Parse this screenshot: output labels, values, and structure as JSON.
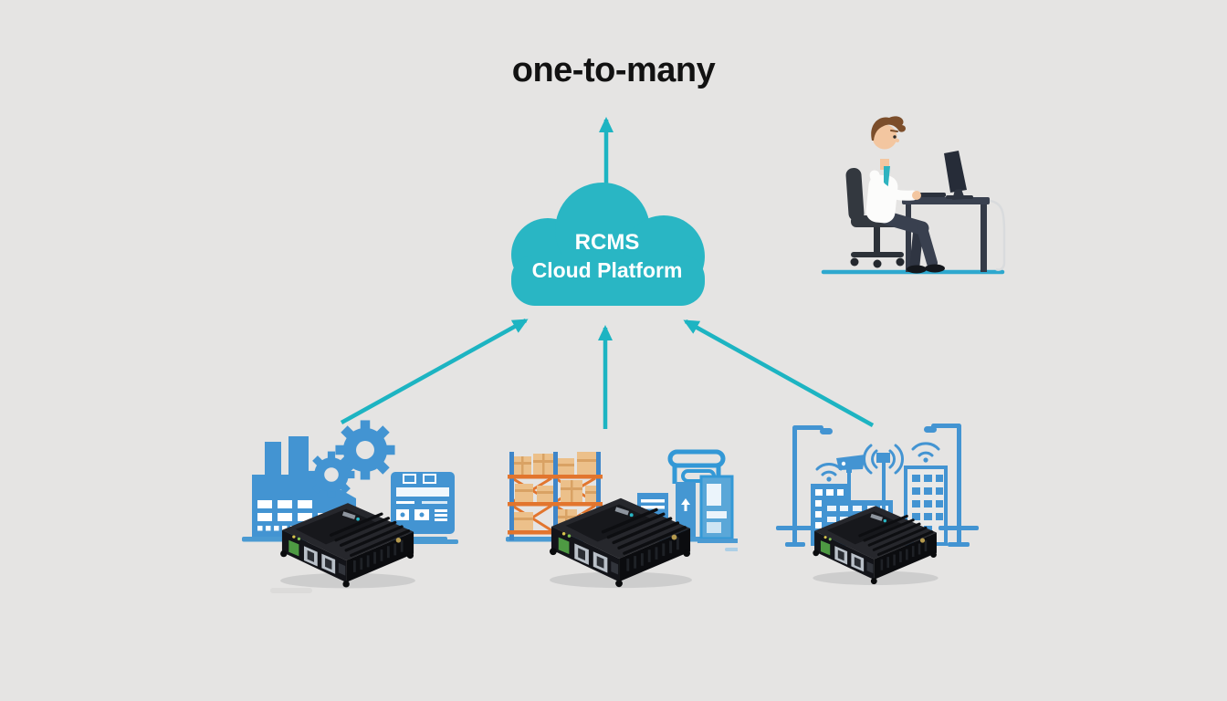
{
  "title": "one-to-many",
  "cloud": {
    "line1": "RCMS",
    "line2": "Cloud Platform"
  },
  "colors": {
    "background": "#e5e4e3",
    "title_text": "#121212",
    "cloud_teal": "#29b6c4",
    "arrow_teal": "#1db4c2",
    "cloud_text": "#ffffff",
    "icon_blue": "#4394d2",
    "outline_blue": "#3398d6",
    "rack_orange": "#e2752e",
    "box_tan": "#ecc08a",
    "box_shade": "#d9a264",
    "baseline_blue": "#4a9ad2",
    "floor_teal": "#2ea8ce",
    "device_dark": "#1b1c20"
  },
  "scenes": [
    {
      "id": "factory",
      "icons": [
        "factory-icon",
        "gear-icon",
        "control-panel-icon",
        "gateway-router-icon"
      ]
    },
    {
      "id": "warehouse",
      "icons": [
        "pallet-rack-icon",
        "cardboard-boxes-icon",
        "industrial-equipment-icon",
        "gateway-router-icon"
      ]
    },
    {
      "id": "smart-city",
      "icons": [
        "street-light-icon",
        "wifi-building-icon",
        "cctv-camera-icon",
        "antenna-mast-icon",
        "gateway-router-icon"
      ]
    }
  ],
  "operator": {
    "icon": "person-at-computer-illustration"
  }
}
